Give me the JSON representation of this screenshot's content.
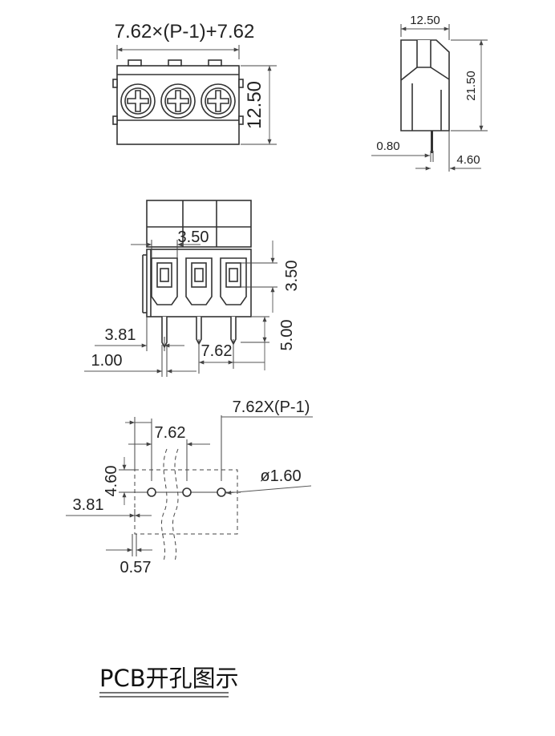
{
  "front_view": {
    "width_formula": "7.62×(P-1)+7.62",
    "height": "12.50"
  },
  "side_view": {
    "depth": "12.50",
    "height": "21.50",
    "pin_thickness": "0.80",
    "pin_offset": "4.60"
  },
  "bottom_view": {
    "opening_width": "3.50",
    "opening_height": "3.50",
    "pin_length": "5.00",
    "edge_to_pin": "3.81",
    "pitch": "7.62",
    "pin_width": "1.00"
  },
  "pcb_layout": {
    "pitch_formula": "7.62X(P-1)",
    "pitch": "7.62",
    "row_offset": "4.60",
    "edge_offset": "3.81",
    "hole_diameter": "ø1.60",
    "margin": "0.57"
  },
  "title": "PCB开孔图示"
}
